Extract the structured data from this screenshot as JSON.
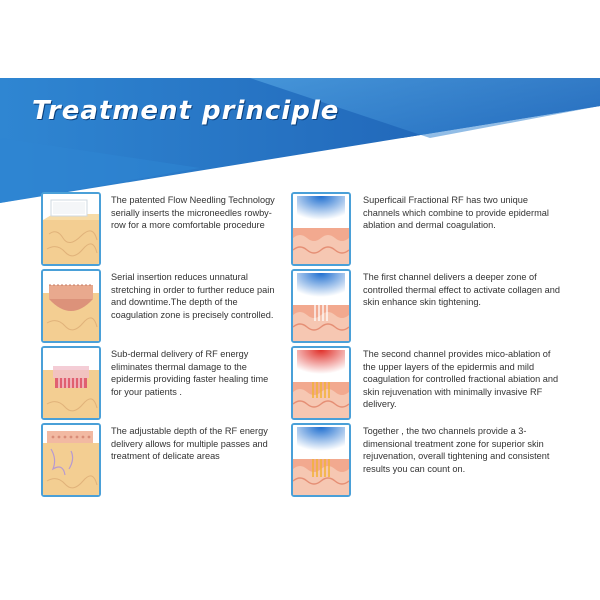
{
  "header": {
    "title": "Treatment principle"
  },
  "left_items": [
    {
      "icon": "skin-needle-tip-icon",
      "text": "The patented Flow Needling Technology serially inserts the microneedles rowby-row for a more comfortable procedure"
    },
    {
      "icon": "skin-insertion-icon",
      "text": "Serial insertion reduces unnatural stretching in order to further reduce pain and downtime.The depth of the coagulation zone is precisely controlled."
    },
    {
      "icon": "skin-rf-delivery-icon",
      "text": "Sub-dermal delivery of RF energy eliminates thermal damage to the epidermis providing faster healing time for your patients ."
    },
    {
      "icon": "skin-depth-adjust-icon",
      "text": "The adjustable depth of the RF energy delivery allows for multiple passes and treatment of delicate areas"
    }
  ],
  "right_items": [
    {
      "icon": "fractional-rf-icon",
      "text": "Superficail Fractional RF has two unique channels which combine to provide epidermal ablation and dermal coagulation."
    },
    {
      "icon": "first-channel-icon",
      "text": "The first channel delivers a deeper zone of controlled thermal effect to activate collagen and skin enhance skin tightening."
    },
    {
      "icon": "second-channel-icon",
      "text": "The second channel provides mico-ablation of the upper layers of the epidermis and mild coagulation for controlled fractional abiation and skin rejuvenation with minimally invasive RF delivery."
    },
    {
      "icon": "combined-channels-icon",
      "text": "Together , the two channels provide a 3-dimensional treatment zone for superior skin rejuvenation, overall tightening and consistent results you can count on."
    }
  ],
  "colors": {
    "banner_dark": "#1b5fb0",
    "banner_light": "#3f95dc",
    "thumb_border": "#4aa0d8",
    "skin": "#f2c98e",
    "skin_pink": "#f0b39a"
  }
}
